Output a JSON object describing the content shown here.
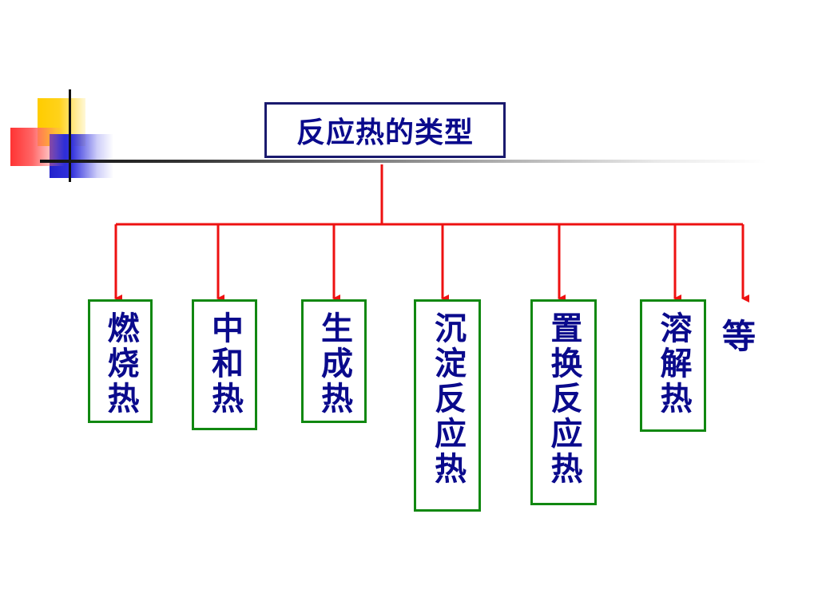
{
  "title": "反应热的类型",
  "categories": [
    {
      "label": "燃烧热"
    },
    {
      "label": "中和热"
    },
    {
      "label": "生成热"
    },
    {
      "label": "沉淀反应热"
    },
    {
      "label": "置换反应热"
    },
    {
      "label": "溶解热"
    }
  ],
  "etc_label": "等",
  "colors": {
    "connector": "#ee1111",
    "title_text": "#0a0a8c",
    "title_border": "#1a1a6e",
    "box_border": "#118811"
  }
}
